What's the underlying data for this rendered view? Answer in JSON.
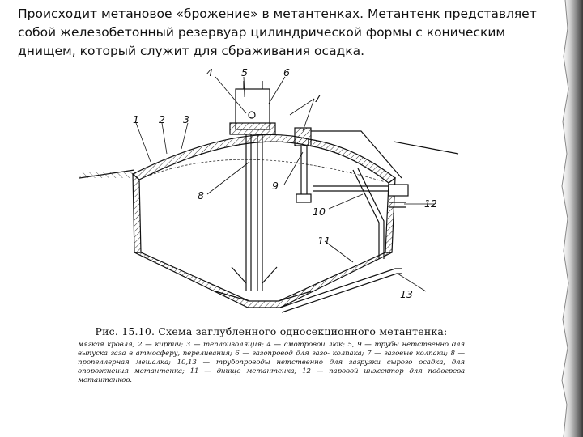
{
  "slide": {
    "text": "Происходит метановое «брожение» в метантенках. Метантенк представляет собой железобетонный резервуар цилиндрической формы с коническим днищем, который служит для сбраживания осадка."
  },
  "diagram": {
    "callouts": [
      "1",
      "2",
      "3",
      "4",
      "5",
      "6",
      "7",
      "8",
      "9",
      "10",
      "11",
      "12",
      "13"
    ],
    "caption_title": "Рис. 15.10. Схема заглубленного односекционного метантенка:",
    "caption_body": "мягкая кровля; 2 — кирпич; 3 — теплоизоляция; 4 — смотровой люк; 5, 9 — трубы нетственно для выпуска газа в атмосферу, переливания; 6 — газопровод для газо- колпака; 7 — газовые колпаки; 8 — пропеллерная мешалка; 10,13 — трубопроводы нетственно для загрузки сырого осадка, для опорожнения метантенка; 11 — днище метантенка; 12 — паровой инжектор для подогрева метантенков."
  },
  "colors": {
    "ink": "#111111",
    "hatch": "#555555",
    "background": "#ffffff"
  }
}
